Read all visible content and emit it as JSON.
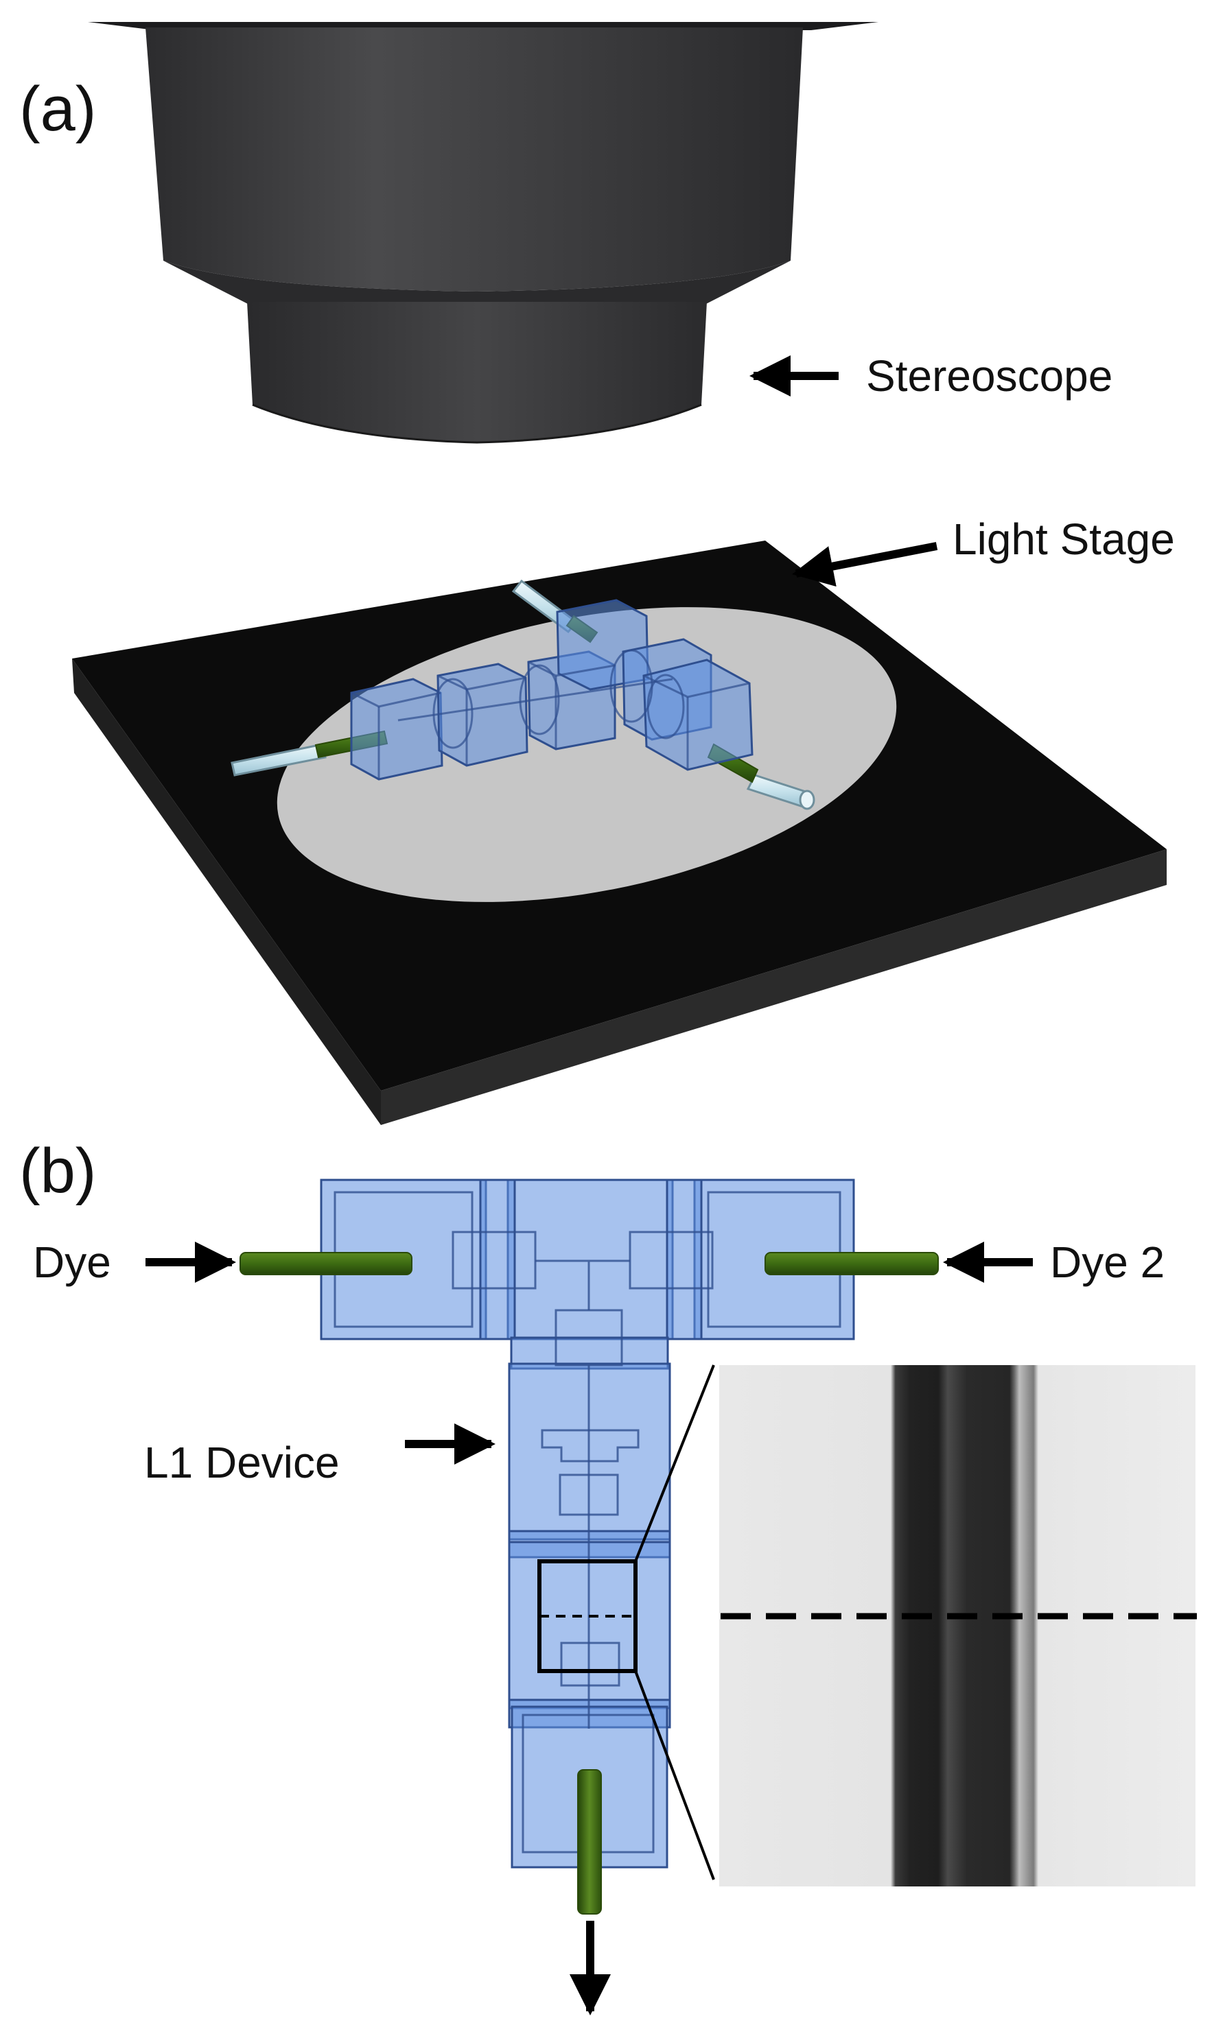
{
  "panels": {
    "a": {
      "label": "(a)",
      "stereoscope_label": "Stereoscope",
      "stage_label": "Light Stage"
    },
    "b": {
      "label": "(b)",
      "inlet_left_label": "Dye",
      "inlet_right_label": "Dye 2",
      "device_label": "L1 Device"
    }
  },
  "colors": {
    "stereoscope_body": "#3b3b3d",
    "stage_top": "#0c0c0c",
    "stage_circle": "#c6c6c6",
    "module_fill": "#5f8fe0",
    "module_edge": "#2f4f8f",
    "tubing": "#3d6b12",
    "glass_tube": "#cfe8f2",
    "arrow": "#000000"
  },
  "icons": [
    "arrow-left-icon",
    "arrow-right-icon",
    "arrow-down-icon"
  ]
}
